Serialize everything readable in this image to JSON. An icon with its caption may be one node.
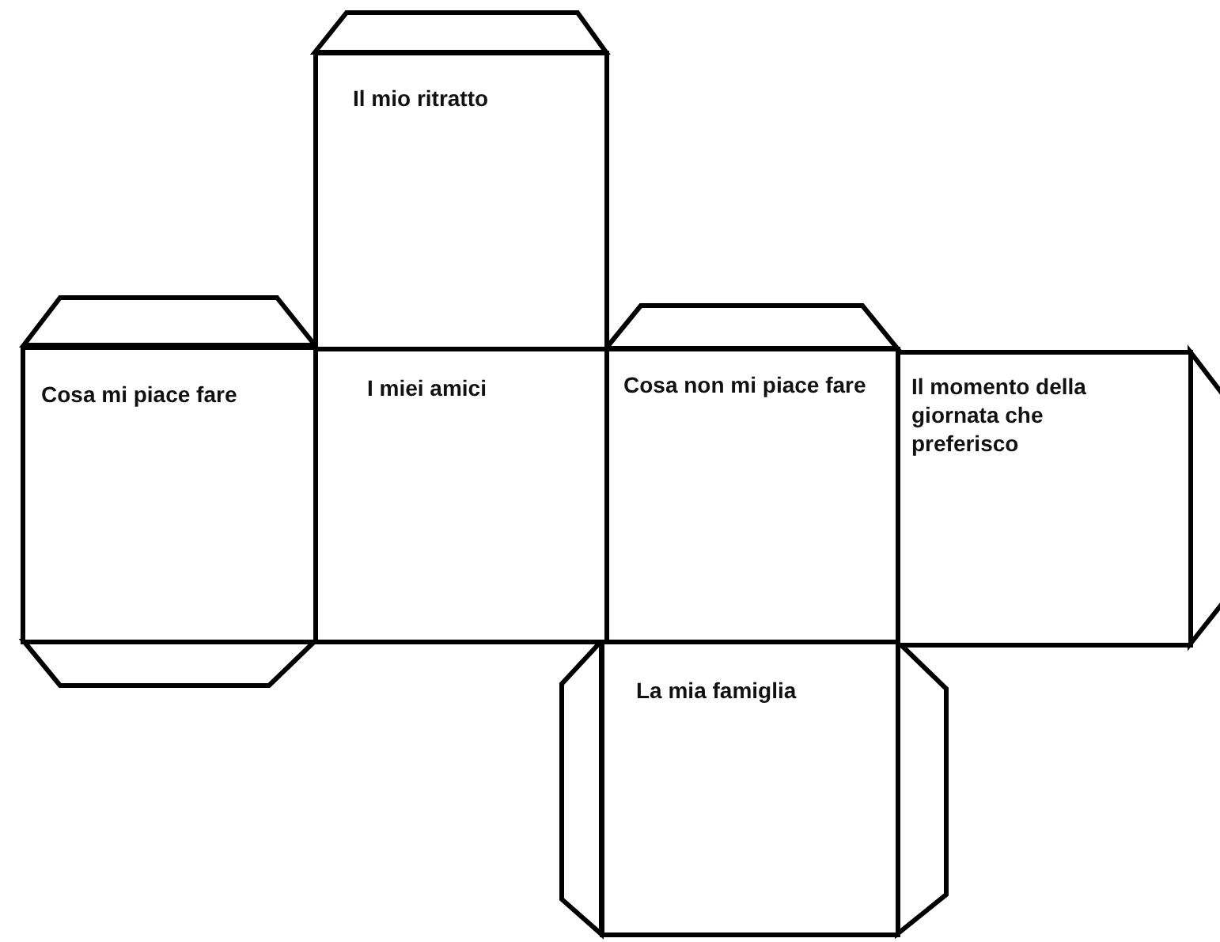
{
  "diagram": {
    "nodes": [
      {
        "text": [
          "Il mio ritratto"
        ]
      },
      {
        "text": [
          "Cosa mi piace fare"
        ]
      },
      {
        "text": [
          "I miei amici"
        ]
      },
      {
        "text": [
          "Cosa non mi piace fare"
        ]
      },
      {
        "text": [
          "Il momento della giornata che preferisco"
        ]
      },
      {
        "text": [
          "La mia famiglia"
        ]
      }
    ]
  }
}
